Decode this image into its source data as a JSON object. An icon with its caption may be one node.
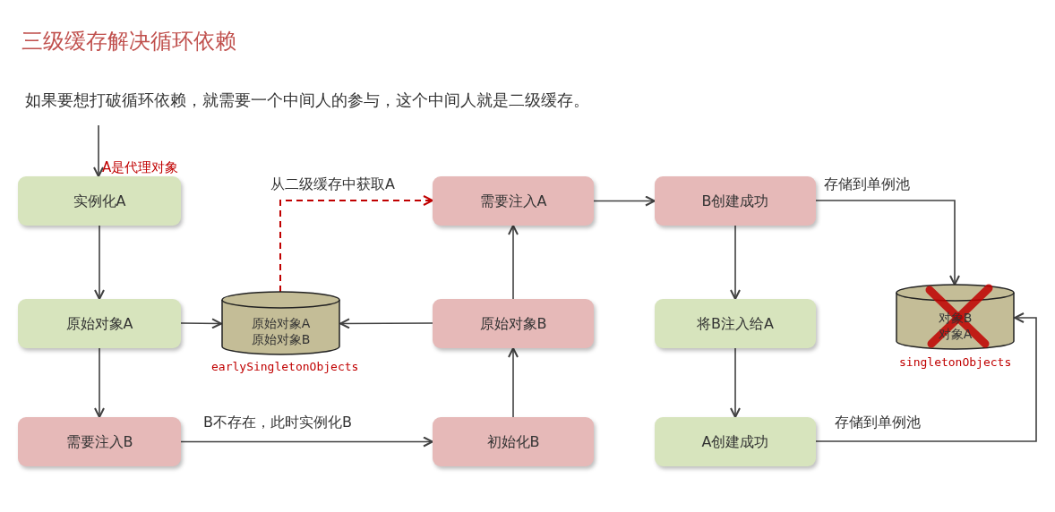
{
  "diagram": {
    "title": "三级缓存解决循环依赖",
    "nodes": [
      {
        "text": [
          "实例化A"
        ],
        "beside": [
          "A是代理对象"
        ]
      },
      {
        "text": [
          "原始对象A"
        ]
      },
      {
        "text": [
          "需要注入B"
        ]
      },
      {
        "text": [
          "原始对象A",
          "原始对象B"
        ],
        "beside": [
          "earlySingletonObjects"
        ]
      },
      {
        "text": [
          "需要注入A"
        ]
      },
      {
        "text": [
          "原始对象B"
        ]
      },
      {
        "text": [
          "初始化B"
        ]
      },
      {
        "text": [
          "B创建成功"
        ]
      },
      {
        "text": [
          "将B注入给A"
        ]
      },
      {
        "text": [
          "A创建成功"
        ]
      },
      {
        "text": [
          "对象B",
          "对象A"
        ],
        "beside": [
          "singletonObjects"
        ]
      }
    ],
    "edges": [
      {
        "from": null,
        "to": 0,
        "arrow": "to"
      },
      {
        "from": 0,
        "to": 1,
        "arrow": "to"
      },
      {
        "from": 1,
        "to": 2,
        "arrow": "to"
      },
      {
        "from": 1,
        "to": 3,
        "arrow": "to"
      },
      {
        "from": 2,
        "to": 6,
        "arrow": "to",
        "label": "B不存在，此时实例化B"
      },
      {
        "from": 6,
        "to": 5,
        "arrow": "to"
      },
      {
        "from": 5,
        "to": 3,
        "arrow": "to"
      },
      {
        "from": 5,
        "to": 4,
        "arrow": "to"
      },
      {
        "from": 3,
        "to": 4,
        "arrow": "to",
        "label": "从二级缓存中获取A",
        "style": "dashed",
        "color": "#c00000"
      },
      {
        "from": 4,
        "to": 7,
        "arrow": "to"
      },
      {
        "from": 7,
        "to": 10,
        "arrow": "to",
        "label": "存储到单例池"
      },
      {
        "from": 7,
        "to": 8,
        "arrow": "to"
      },
      {
        "from": 8,
        "to": 9,
        "arrow": "to"
      },
      {
        "from": 9,
        "to": 10,
        "arrow": "to",
        "label": "存储到单例池"
      }
    ],
    "labels": [
      "如果要想打破循环依赖，就需要一个中间人的参与，这个中间人就是二级缓存。"
    ]
  }
}
